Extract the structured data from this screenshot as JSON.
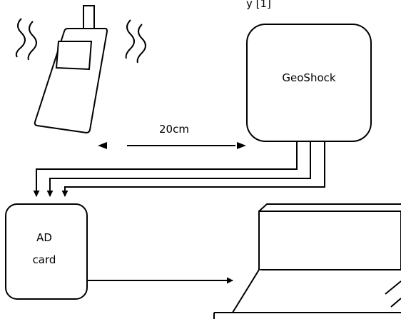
{
  "caption_fragment": "y     [1]",
  "labels": {
    "geoshock": "GeoShock",
    "distance": "20cm",
    "ad_line1": "AD",
    "ad_line2": "card"
  },
  "colors": {
    "stroke": "#000000",
    "background": "#ffffff"
  },
  "icons": [
    "mobile-phone-icon",
    "signal-waves-icon",
    "laptop-icon"
  ]
}
